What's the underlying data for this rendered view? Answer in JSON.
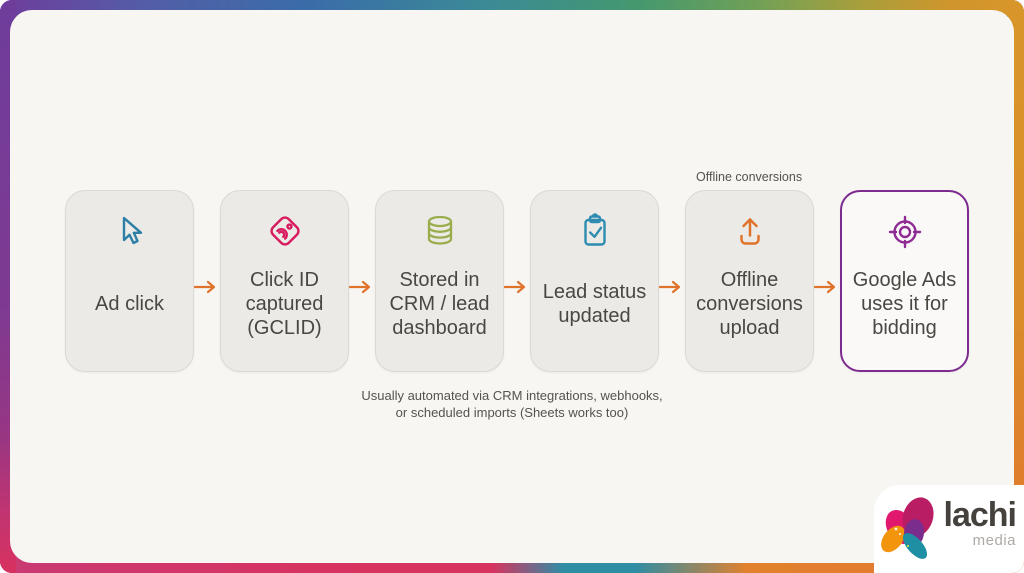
{
  "colors": {
    "panel_bg": "#f7f6f3",
    "box_bg": "#eceae6",
    "box_border": "#dcd9d4",
    "box_text": "#4a4743",
    "arrow": "#e0732c",
    "highlight_border": "#7d2b8f",
    "icon_cursor": "#2d7fa6",
    "icon_tag": "#d81b5e",
    "icon_database": "#9aad4d",
    "icon_clipboard": "#2d8cb0",
    "icon_upload": "#e0732c",
    "icon_target": "#8e2a94",
    "frame_purple": "#6e3d9c",
    "frame_blue": "#3a6ca9",
    "frame_teal": "#3b8b95",
    "frame_green": "#44986f",
    "frame_amber": "#d8962a",
    "frame_orange": "#e2762e",
    "frame_pink": "#d8325f",
    "frame_cyan": "#2f8da4",
    "logo_crimson": "#b91d63",
    "logo_pink": "#e0186e",
    "logo_purple": "#7b2d8e",
    "logo_orange": "#f2940c",
    "logo_teal": "#1f8fa3"
  },
  "flow": {
    "steps": [
      {
        "label": "Ad click",
        "icon": "cursor-icon"
      },
      {
        "label": "Click ID captured (GCLID)",
        "icon": "tag-fingerprint-icon"
      },
      {
        "label": "Stored in CRM / lead dashboard",
        "icon": "database-icon"
      },
      {
        "label": "Lead status updated",
        "icon": "clipboard-check-icon"
      },
      {
        "label": "Offline conversions upload",
        "icon": "upload-icon",
        "note_above": "Offline conversions"
      },
      {
        "label": "Google Ads uses it for bidding",
        "icon": "target-icon",
        "highlighted": true
      }
    ]
  },
  "caption": {
    "line1": "Usually automated via CRM integrations, webhooks,",
    "line2": "or scheduled imports (Sheets works too)"
  },
  "logo": {
    "name": "lachi",
    "sub": "media"
  }
}
